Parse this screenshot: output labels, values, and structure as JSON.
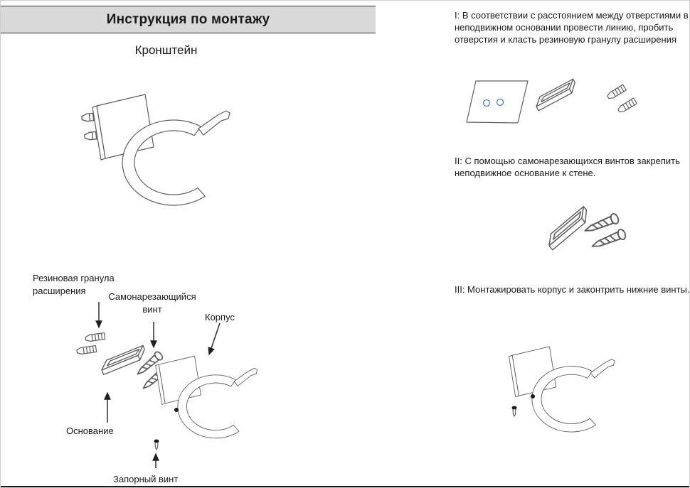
{
  "page": {
    "title": "Инструкция по монтажу",
    "product_label": "Кронштейн"
  },
  "part_labels": {
    "rubber_granule": "Резиновая гранула расширения",
    "self_tapping_screw": "Самонарезающийся винт",
    "body": "Корпус",
    "base": "Основание",
    "locking_screw": "Запорный винт"
  },
  "steps": [
    {
      "number": "I",
      "text": "I: В соответствии с расстоянием между отверстиями в неподвижном основании провести линию, пробить отверстия и класть резиновую гранулу расширения"
    },
    {
      "number": "II",
      "text": "II: С помощью самонарезающихся винтов закрепить неподвижное основание к стене."
    },
    {
      "number": "III",
      "text": "III: Монтажировать корпус и законтрить нижние винты."
    }
  ],
  "colors": {
    "header_bg": "#d9d9d9",
    "line_art": "#5f5f5f",
    "drill_hole_accent": "#4472c4",
    "text": "#1a1a1a"
  }
}
